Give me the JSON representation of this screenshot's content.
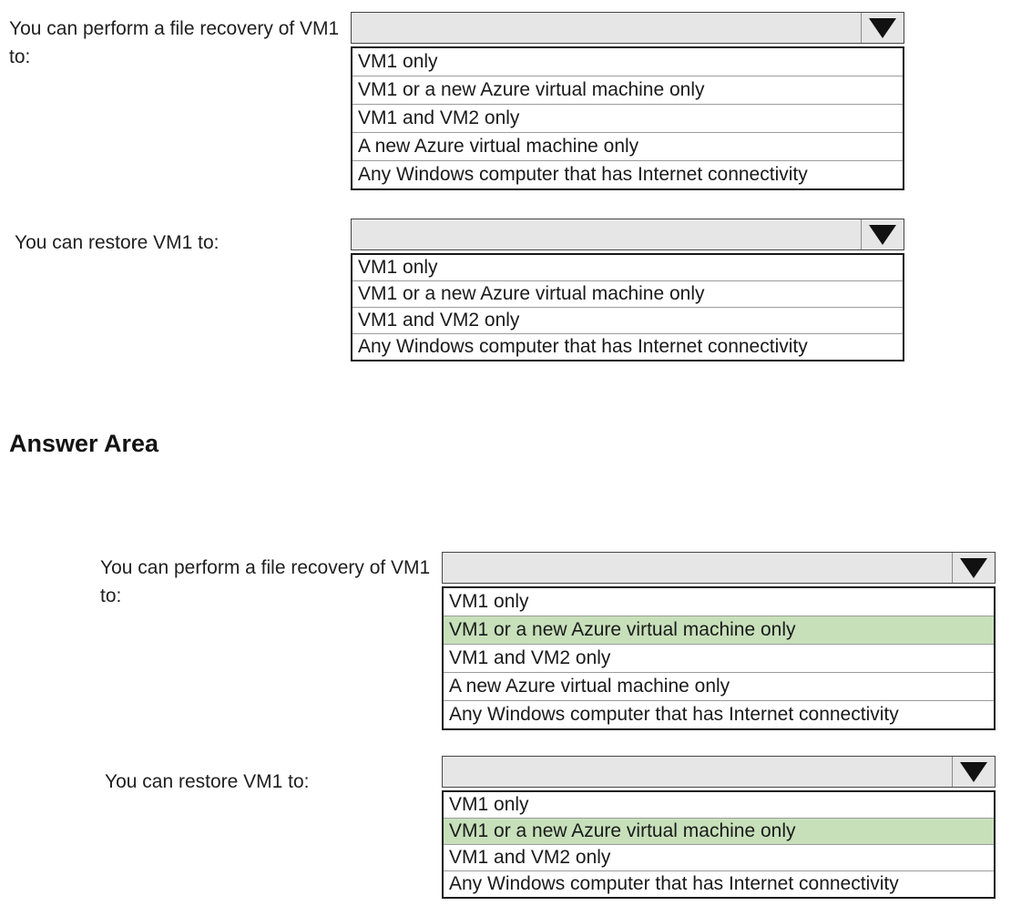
{
  "answer_area_heading": "Answer Area",
  "colors": {
    "highlight_green": "#c7e0ba",
    "combo_fill": "#e6e6e6",
    "combo_border": "#464646",
    "list_border": "#161616",
    "row_divider": "#9c9c9c",
    "text": "#1a1a1a"
  },
  "icons": {
    "dropdown_arrow": "triangle-down"
  },
  "questions": [
    {
      "label": "You can perform a file recovery of VM1 to:",
      "selected_value": "",
      "options": [
        "VM1 only",
        "VM1 or a new Azure virtual machine only",
        "VM1 and VM2 only",
        "A new Azure virtual machine only",
        "Any Windows computer that has Internet connectivity"
      ]
    },
    {
      "label": "You can restore VM1 to:",
      "selected_value": "",
      "options": [
        "VM1 only",
        "VM1 or a new Azure virtual machine only",
        "VM1 and VM2 only",
        "Any Windows computer that has Internet connectivity"
      ]
    }
  ],
  "answers": [
    {
      "label": "You can perform a file recovery of VM1 to:",
      "selected_value": "",
      "highlighted_index": 1,
      "highlighted_option": "VM1 or a new Azure virtual machine only",
      "options": [
        "VM1 only",
        "VM1 or a new Azure virtual machine only",
        "VM1 and VM2 only",
        "A new Azure virtual machine only",
        "Any Windows computer that has Internet connectivity"
      ]
    },
    {
      "label": "You can restore VM1 to:",
      "selected_value": "",
      "highlighted_index": 1,
      "highlighted_option": "VM1 or a new Azure virtual machine only",
      "options": [
        "VM1 only",
        "VM1 or a new Azure virtual machine only",
        "VM1 and VM2 only",
        "Any Windows computer that has Internet connectivity"
      ]
    }
  ]
}
